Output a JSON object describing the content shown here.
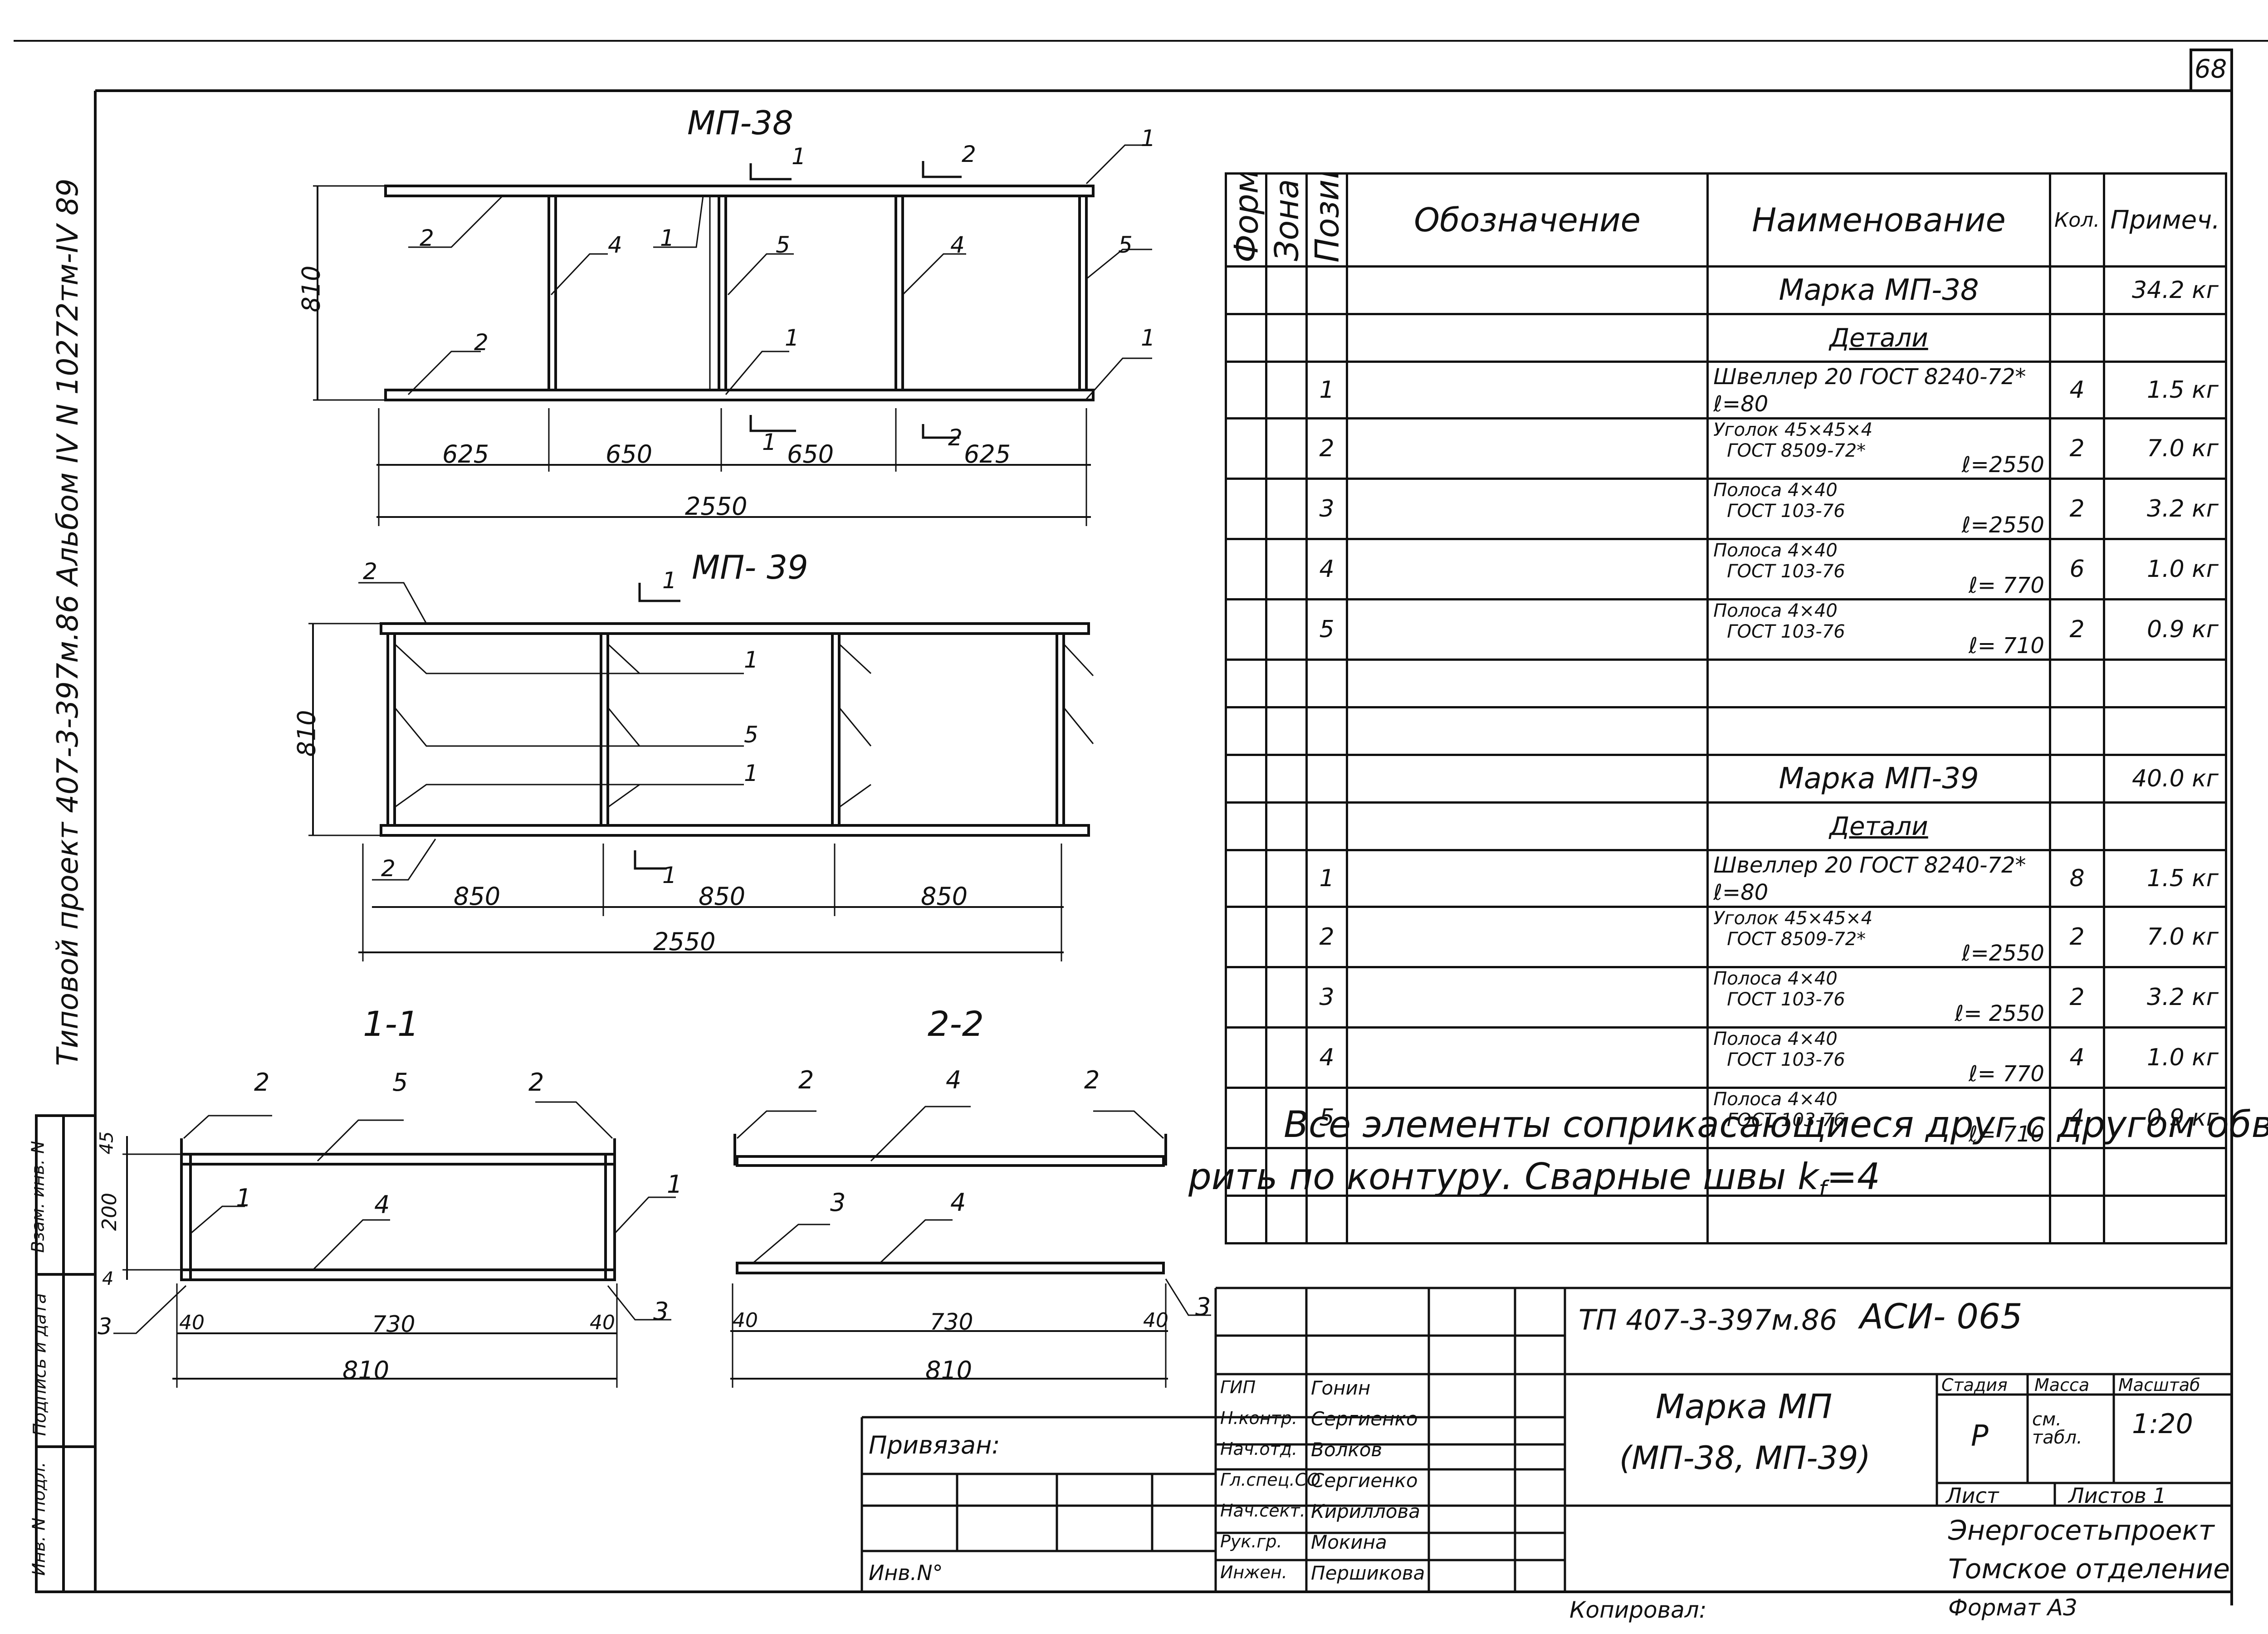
{
  "sheet_number": "68",
  "side_text": "Типовой проект 407-3-397м.86 Альбом IV N 10272тм-IV 89",
  "side_stamp": [
    "Инв. N подл.",
    "Подпись и дата",
    "Взам. инв. N"
  ],
  "views": {
    "mp38": {
      "title": "МП-38",
      "height": "810",
      "dims": [
        "625",
        "650",
        "650",
        "625"
      ],
      "total": "2550",
      "positions": [
        "1",
        "2",
        "4",
        "1",
        "5",
        "4",
        "5",
        "2",
        "1",
        "1"
      ],
      "sections": [
        "1",
        "2"
      ]
    },
    "mp39": {
      "title": "МП- 39",
      "height": "810",
      "dims": [
        "850",
        "850",
        "850"
      ],
      "total": "2550",
      "positions": [
        "2",
        "1",
        "5",
        "1",
        "2"
      ],
      "section": "1"
    },
    "sec11": {
      "title": "1-1",
      "positions": [
        "2",
        "5",
        "2",
        "1",
        "4",
        "1",
        "3",
        "3"
      ],
      "vdims": [
        "45",
        "200",
        "4"
      ],
      "dims": [
        "40",
        "730",
        "40"
      ],
      "total": "810"
    },
    "sec22": {
      "title": "2-2",
      "positions": [
        "2",
        "4",
        "2",
        "3",
        "4",
        "3"
      ],
      "dims": [
        "40",
        "730",
        "40"
      ],
      "total": "810"
    }
  },
  "spec": {
    "headers": {
      "format": "Формат",
      "zone": "Зона",
      "position": "Позиция",
      "designation": "Обозначение",
      "name": "Наименование",
      "qty": "Кол.",
      "note": "Примеч."
    },
    "rows": [
      {
        "type": "title",
        "name": "Марка МП-38",
        "note": "34.2 кг"
      },
      {
        "type": "section",
        "name": "Детали"
      },
      {
        "type": "item",
        "pos": "1",
        "line1": "Швеллер 20 ГОСТ 8240-72* ℓ=80",
        "line2": "",
        "value": "",
        "qty": "4",
        "note": "1.5 кг"
      },
      {
        "type": "item",
        "pos": "2",
        "line1": "Уголок 45×45×4",
        "line2": "ГОСТ 8509-72*",
        "value": "ℓ=2550",
        "qty": "2",
        "note": "7.0 кг"
      },
      {
        "type": "item",
        "pos": "3",
        "line1": "Полоса 4×40",
        "line2": "ГОСТ 103-76",
        "value": "ℓ=2550",
        "qty": "2",
        "note": "3.2 кг"
      },
      {
        "type": "item",
        "pos": "4",
        "line1": "Полоса 4×40",
        "line2": "ГОСТ 103-76",
        "value": "ℓ= 770",
        "qty": "6",
        "note": "1.0 кг"
      },
      {
        "type": "item",
        "pos": "5",
        "line1": "Полоса 4×40",
        "line2": "ГОСТ 103-76",
        "value": "ℓ= 710",
        "qty": "2",
        "note": "0.9 кг"
      },
      {
        "type": "blank"
      },
      {
        "type": "blank"
      },
      {
        "type": "title",
        "name": "Марка МП-39",
        "note": "40.0 кг"
      },
      {
        "type": "section",
        "name": "Детали"
      },
      {
        "type": "item",
        "pos": "1",
        "line1": "Швеллер 20 ГОСТ 8240-72* ℓ=80",
        "line2": "",
        "value": "",
        "qty": "8",
        "note": "1.5 кг"
      },
      {
        "type": "item",
        "pos": "2",
        "line1": "Уголок 45×45×4",
        "line2": "ГОСТ 8509-72*",
        "value": "ℓ=2550",
        "qty": "2",
        "note": "7.0 кг"
      },
      {
        "type": "item",
        "pos": "3",
        "line1": "Полоса 4×40",
        "line2": "ГОСТ 103-76",
        "value": "ℓ= 2550",
        "qty": "2",
        "note": "3.2 кг"
      },
      {
        "type": "item",
        "pos": "4",
        "line1": "Полоса 4×40",
        "line2": "ГОСТ 103-76",
        "value": "ℓ= 770",
        "qty": "4",
        "note": "1.0 кг"
      },
      {
        "type": "item",
        "pos": "5",
        "line1": "Полоса 4×40",
        "line2": "ГОСТ 103-76",
        "value": "ℓ= 710",
        "qty": "4",
        "note": "0.9 кг"
      },
      {
        "type": "blank"
      },
      {
        "type": "blank"
      }
    ]
  },
  "note": {
    "line1": "Все элементы соприкасающиеся друг с другом обва-",
    "line2": "рить по контуру. Сварные швы k",
    "line2_sub": "f",
    "line2_tail": "=4"
  },
  "title_block": {
    "project": "ТП 407-3-397м.86",
    "sheet_code": "АСИ- 065",
    "tied": "Привязан:",
    "inv": "Инв.N°",
    "roles": [
      "ГИП",
      "Н.контр.",
      "Нач.отд.",
      "Гл.спец.СО",
      "Нач.сект.",
      "Рук.гр.",
      "Инжен."
    ],
    "names": [
      "Гонин",
      "Сергиенко",
      "Волков",
      "Сергиенко",
      "Кириллова",
      "Мокина",
      "Першикова"
    ],
    "doc_title1": "Марка МП",
    "doc_title2": "(МП-38, МП-39)",
    "stage_label": "Стадия",
    "mass_label": "Масса",
    "scale_label": "Масштаб",
    "stage": "Р",
    "mass": "см. табл.",
    "scale": "1:20",
    "sheet_label": "Лист",
    "sheets_label": "Листов 1",
    "org1": "Энергосетьпроект",
    "org2": "Томское отделение",
    "copied": "Копировал:",
    "format": "Формат А3"
  }
}
